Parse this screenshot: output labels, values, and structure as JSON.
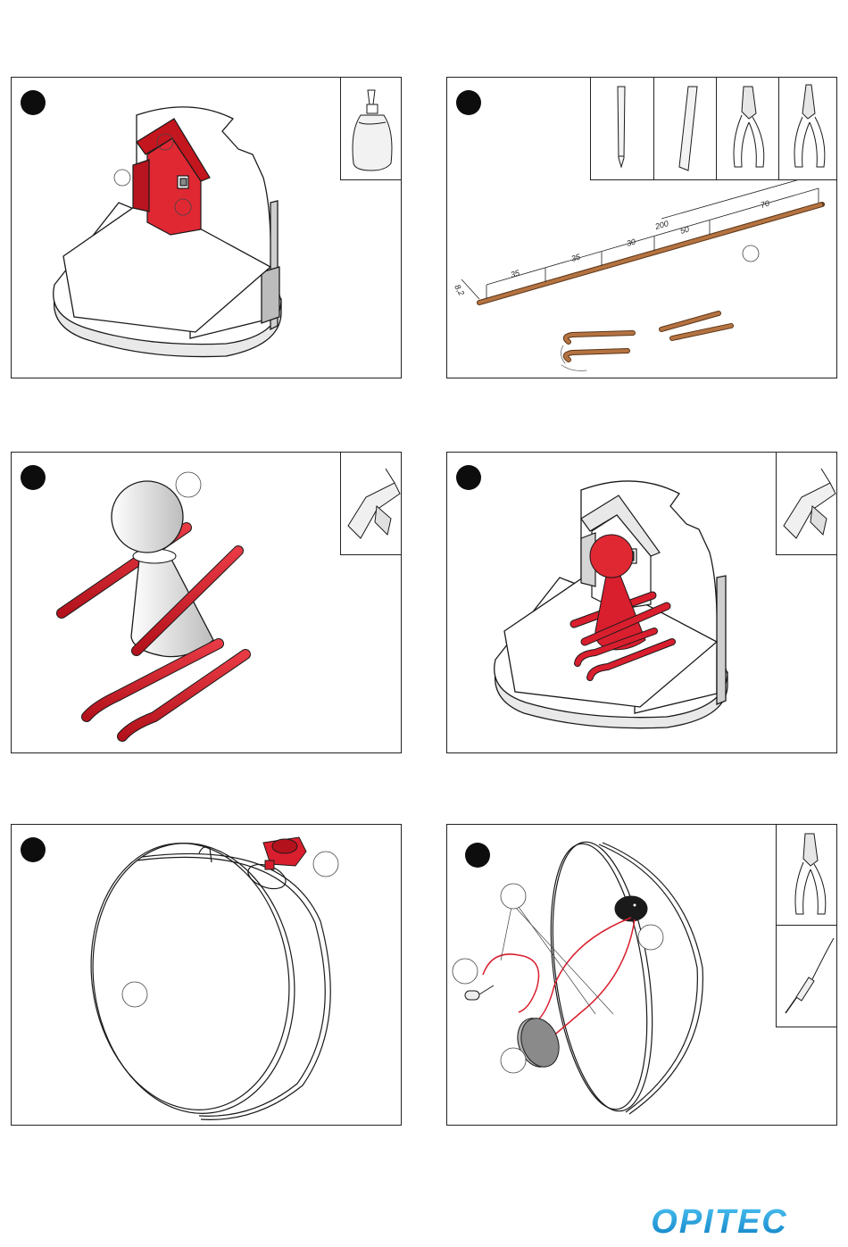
{
  "brand": {
    "name": "OPITEC",
    "color": "#1a9ad9"
  },
  "colors": {
    "part_red": "#d91e2e",
    "wood": "#a8673a",
    "line": "#1a1a1a"
  },
  "steps": [
    {
      "id": 1,
      "tools": [
        "glue-bottle-icon"
      ]
    },
    {
      "id": 2,
      "tools": [
        "pencil-icon",
        "ruler-icon",
        "side-cutter-pliers-icon",
        "flat-nose-pliers-icon"
      ],
      "dimensions": {
        "d1": "8,2",
        "d2": "35",
        "d3": "35",
        "d4": "30",
        "d5": "200",
        "d6": "50",
        "d7": "70"
      }
    },
    {
      "id": 3,
      "tools": [
        "hot-glue-gun-icon"
      ]
    },
    {
      "id": 4,
      "tools": [
        "hot-glue-gun-icon"
      ]
    },
    {
      "id": 5,
      "tools": []
    },
    {
      "id": 6,
      "tools": [
        "side-cutter-pliers-icon",
        "soldering-iron-icon"
      ]
    }
  ]
}
